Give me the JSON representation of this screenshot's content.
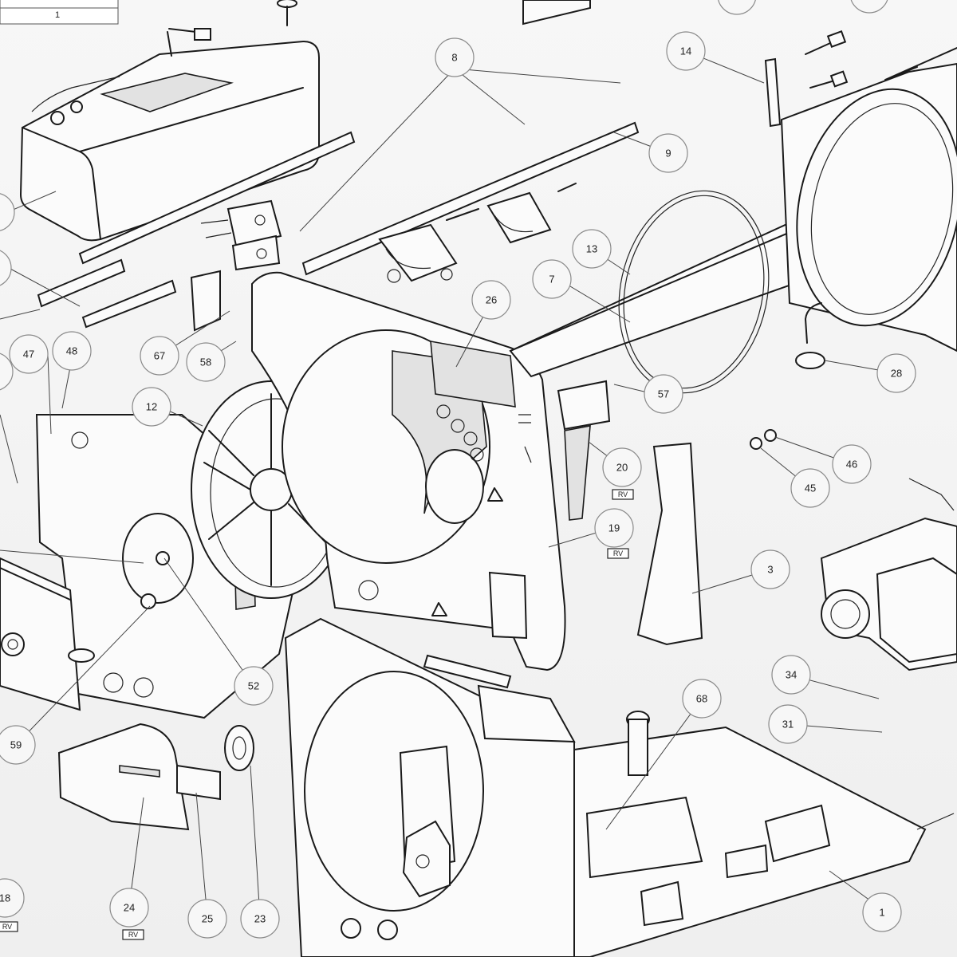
{
  "title_block": {
    "cell_value": "1"
  },
  "callouts": [
    {
      "id": "c1",
      "label": "1"
    },
    {
      "id": "c3",
      "label": "3"
    },
    {
      "id": "c7",
      "label": "7"
    },
    {
      "id": "c8",
      "label": "8"
    },
    {
      "id": "c9",
      "label": "9"
    },
    {
      "id": "c12",
      "label": "12"
    },
    {
      "id": "c13",
      "label": "13"
    },
    {
      "id": "c14",
      "label": "14"
    },
    {
      "id": "c18",
      "label": "18"
    },
    {
      "id": "c19",
      "label": "19"
    },
    {
      "id": "c20",
      "label": "20"
    },
    {
      "id": "c23",
      "label": "23"
    },
    {
      "id": "c24",
      "label": "24"
    },
    {
      "id": "c25",
      "label": "25"
    },
    {
      "id": "c26",
      "label": "26"
    },
    {
      "id": "c28",
      "label": "28"
    },
    {
      "id": "c31",
      "label": "31"
    },
    {
      "id": "c34",
      "label": "34"
    },
    {
      "id": "c45",
      "label": "45"
    },
    {
      "id": "c46",
      "label": "46"
    },
    {
      "id": "c47",
      "label": "47"
    },
    {
      "id": "c48",
      "label": "48"
    },
    {
      "id": "c52",
      "label": "52"
    },
    {
      "id": "c57",
      "label": "57"
    },
    {
      "id": "c58",
      "label": "58"
    },
    {
      "id": "c59",
      "label": "59"
    },
    {
      "id": "c67",
      "label": "67"
    },
    {
      "id": "c68",
      "label": "68"
    }
  ],
  "tags": [
    {
      "id": "t20",
      "label": "RV"
    },
    {
      "id": "t19",
      "label": "RV"
    },
    {
      "id": "t24",
      "label": "RV"
    },
    {
      "id": "t18",
      "label": "RV"
    }
  ]
}
